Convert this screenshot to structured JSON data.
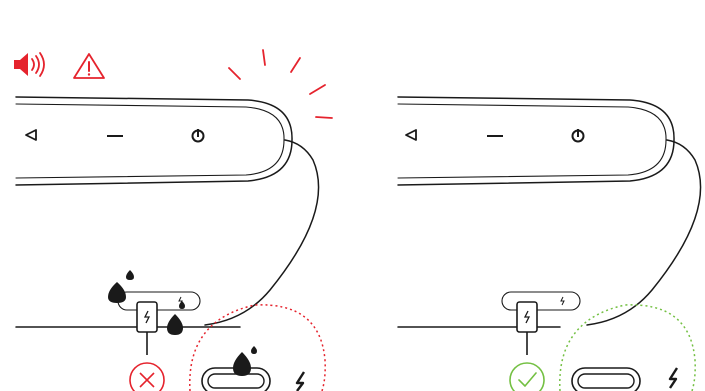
{
  "panels": [
    {
      "id": "wet",
      "state": "wet-port-do-not-charge",
      "status_icon": "cross-circle-icon",
      "accent_color": "#e5232d",
      "warning_icons": [
        "speaker-sound-icon",
        "warning-triangle-icon"
      ]
    },
    {
      "id": "dry",
      "state": "dry-port-ok-to-charge",
      "status_icon": "check-circle-icon",
      "accent_color": "#74c043",
      "warning_icons": []
    }
  ],
  "colors": {
    "line": "#1a1a1a",
    "warning": "#e5232d",
    "ok": "#74c043"
  },
  "button_icons": [
    "play-triangle-icon",
    "minus-icon",
    "power-icon"
  ],
  "port_icons": [
    "usb-c-port-icon",
    "lightning-bolt-icon",
    "water-drop-icon"
  ]
}
